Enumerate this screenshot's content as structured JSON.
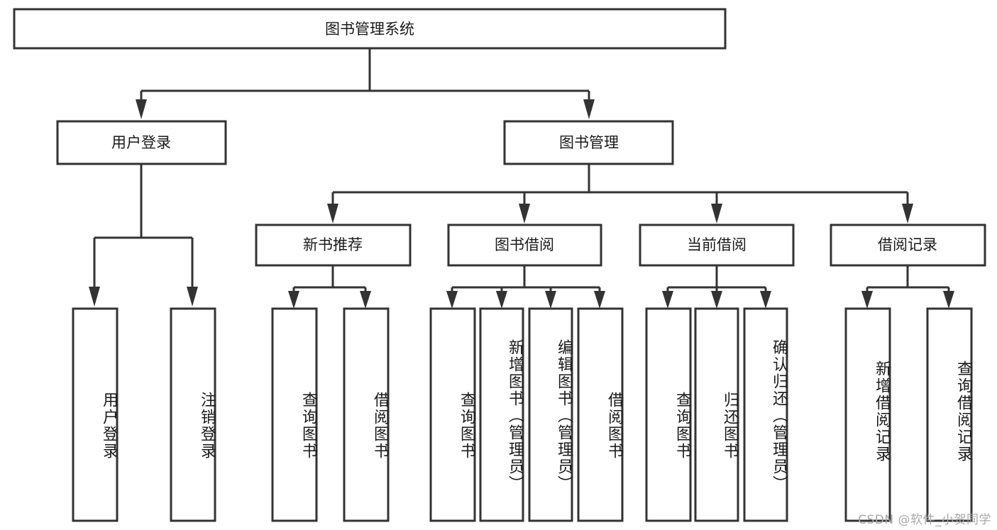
{
  "diagram": {
    "title": "图书管理系统",
    "watermark": "CSDN @软件_小贺同学",
    "colors": {
      "stroke": "#333333",
      "fill": "#ffffff",
      "text": "#1a1a1a",
      "watermark": "#a8a8a8",
      "background": "#ffffff"
    },
    "root": {
      "label": "图书管理系统"
    },
    "level2": [
      {
        "label": "用户登录"
      },
      {
        "label": "图书管理"
      }
    ],
    "level3": [
      {
        "label": "新书推荐"
      },
      {
        "label": "图书借阅"
      },
      {
        "label": "当前借阅"
      },
      {
        "label": "借阅记录"
      }
    ],
    "leaves": {
      "user_login": [
        {
          "label": "用户登录"
        },
        {
          "label": "注销登录"
        }
      ],
      "new_book": [
        {
          "label": "查询图书"
        },
        {
          "label": "借阅图书"
        }
      ],
      "book_borrow": [
        {
          "label": "查询图书"
        },
        {
          "label": "新增图书（管理员）"
        },
        {
          "label": "编辑图书（管理员）"
        },
        {
          "label": "借阅图书"
        }
      ],
      "current_borrow": [
        {
          "label": "查询图书"
        },
        {
          "label": "归还图书"
        },
        {
          "label": "确认归还（管理员）"
        }
      ],
      "borrow_record": [
        {
          "label": "新增借阅记录"
        },
        {
          "label": "查询借阅记录"
        }
      ]
    }
  }
}
